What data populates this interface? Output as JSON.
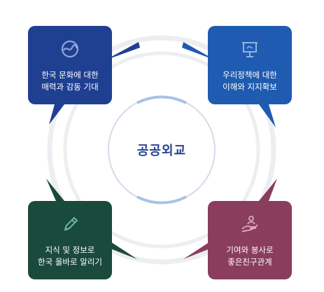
{
  "center": {
    "label": "공공외교"
  },
  "cards": {
    "top_left": {
      "line1": "한국 문화에 대한",
      "line2": "매력과 감동 기대",
      "icon": "swirl-icon",
      "color": "#1f3f91"
    },
    "top_right": {
      "line1": "우리정책에 대한",
      "line2": "이해와 지지확보",
      "icon": "presentation-board-icon",
      "color": "#1f5bb0"
    },
    "bottom_left": {
      "line1": "지식 및 정보로",
      "line2": "한국 올바로 알리기",
      "icon": "pencil-icon",
      "color": "#1a4a3c"
    },
    "bottom_right": {
      "line1": "기여와 봉사로",
      "line2": "좋은친구관계",
      "icon": "helping-hand-icon",
      "color": "#8a3d5d"
    }
  }
}
